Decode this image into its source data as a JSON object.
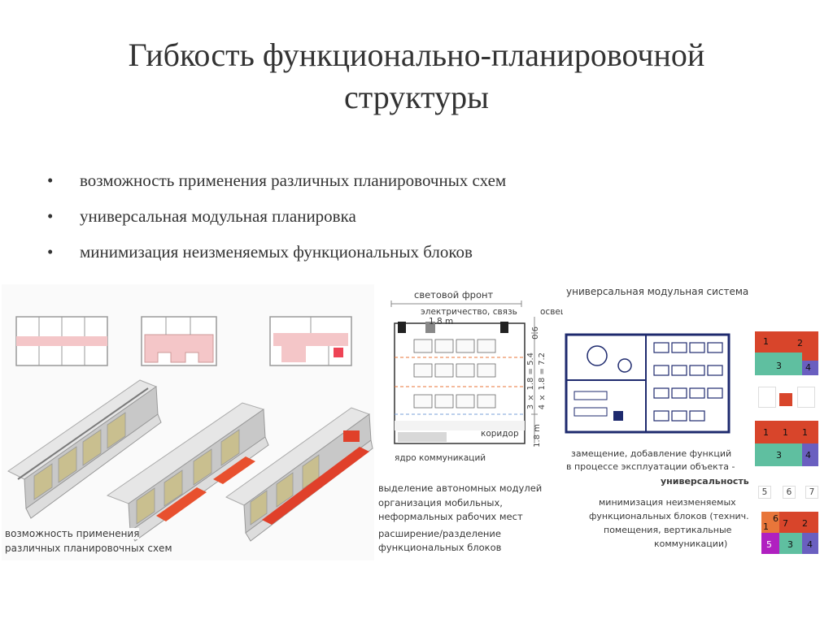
{
  "title": {
    "line1": "Гибкость функционально-планировочной",
    "line2": "структуры"
  },
  "bullets": [
    "возможность применения различных планировочных схем",
    "универсальная модульная планировка",
    "минимизация неизменяемых функциональных блоков"
  ],
  "left_figure": {
    "caption_line1": "возможность применения",
    "caption_line2": "различных планировочных схем"
  },
  "middle_figure": {
    "top_label": "световой фронт",
    "label_electric": "электричество, связь",
    "label_lighting": "освещение  вентиляция",
    "dim_top": "1.8 m",
    "dim_06": "0.6",
    "dim_54": "3 × 1.8 = 5.4",
    "dim_72": "4 × 1.8 = 7.2",
    "dim_bottom": "1.8 m",
    "label_corridor": "коридор",
    "label_core": "ядро коммуникаций",
    "text1": "выделение автономных модулей",
    "text2": "организация мобильных,",
    "text3": "неформальных рабочих мест",
    "text4": "расширение/разделение",
    "text5": "функциональных блоков"
  },
  "right_figure": {
    "title": "универсальная модульная система",
    "text1": "замещение, добавление функций",
    "text2": "в процессе эксплуатации объекта -",
    "text3": "универсальность",
    "text4": "минимизация неизменяемых",
    "text5": "функциональных блоков (технич.",
    "text6": "помещения, вертикальные",
    "text7": "коммуникации)"
  },
  "modules": {
    "block1": [
      "1",
      "2",
      "3",
      "4"
    ],
    "block2": [
      "1",
      "1",
      "1",
      "3",
      "4"
    ],
    "row_nums": [
      "5",
      "6",
      "7"
    ],
    "block3": [
      "1",
      "6",
      "7",
      "2",
      "5",
      "3",
      "4"
    ]
  },
  "colors": {
    "red": "#d8452b",
    "orange": "#e8763a",
    "teal": "#5fbfa0",
    "purple": "#6a5fc0",
    "magenta": "#b020c0",
    "plan_navy": "#1e2a6e"
  }
}
